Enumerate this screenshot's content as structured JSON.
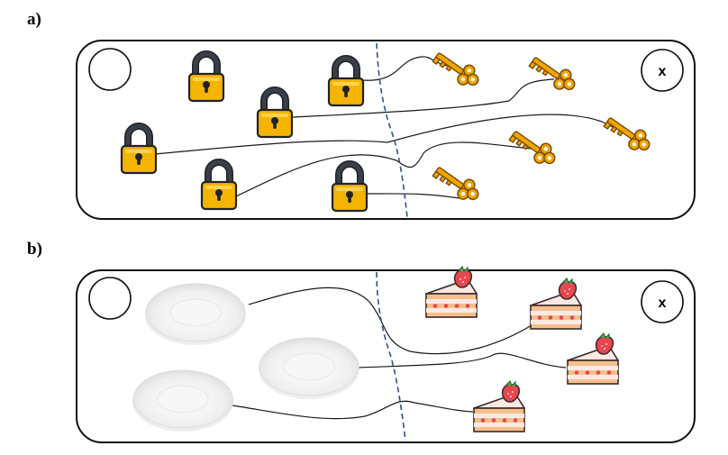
{
  "panels": [
    {
      "label": "a)",
      "terminal_label": "x",
      "left_items": "padlock",
      "right_items": "key"
    },
    {
      "label": "b)",
      "terminal_label": "x",
      "left_items": "plate",
      "right_items": "cake-slice"
    }
  ],
  "colors": {
    "lock_body": "#f5b400",
    "lock_shackle": "#3a3f47",
    "key": "#f0a500",
    "divider": "#2f4f8f",
    "cake_cream": "#fde9e4",
    "cake_sponge": "#f6c08a",
    "strawberry": "#e8474f",
    "plate": "#eeeeee"
  }
}
